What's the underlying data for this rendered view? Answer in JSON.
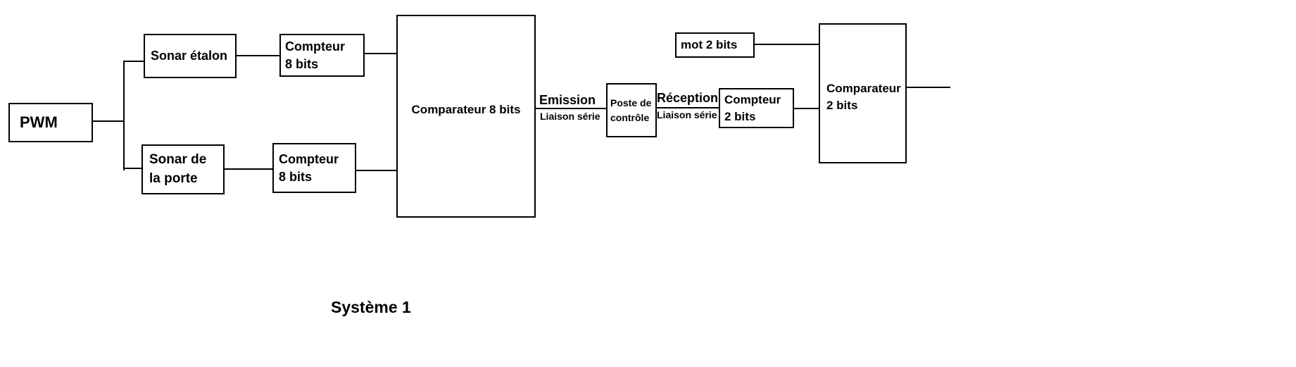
{
  "diagram_title": "Système 1",
  "nodes": {
    "pwm": {
      "label": "PWM"
    },
    "sonar_etalon": {
      "label": "Sonar étalon"
    },
    "compteur8_top": {
      "lines": [
        "Compteur",
        "8 bits"
      ]
    },
    "sonar_porte": {
      "lines": [
        "Sonar de",
        "la porte"
      ]
    },
    "compteur8_bottom": {
      "lines": [
        "Compteur",
        "8 bits"
      ]
    },
    "comparateur8": {
      "label": "Comparateur 8 bits"
    },
    "poste_controle": {
      "lines": [
        "Poste de",
        "contrôle"
      ]
    },
    "mot2": {
      "label": "mot 2 bits"
    },
    "compteur2": {
      "lines": [
        "Compteur",
        "2 bits"
      ]
    },
    "comparateur2": {
      "lines": [
        "Comparateur",
        "2 bits"
      ]
    }
  },
  "link_labels": {
    "emission": {
      "title": "Emission",
      "subtitle": "Liaison série"
    },
    "reception": {
      "title": "Réception",
      "subtitle": "Liaison série"
    }
  },
  "colors": {
    "stroke": "#000000",
    "box_fill": "#ffffff",
    "background": "#ffffff",
    "text": "#000000"
  }
}
